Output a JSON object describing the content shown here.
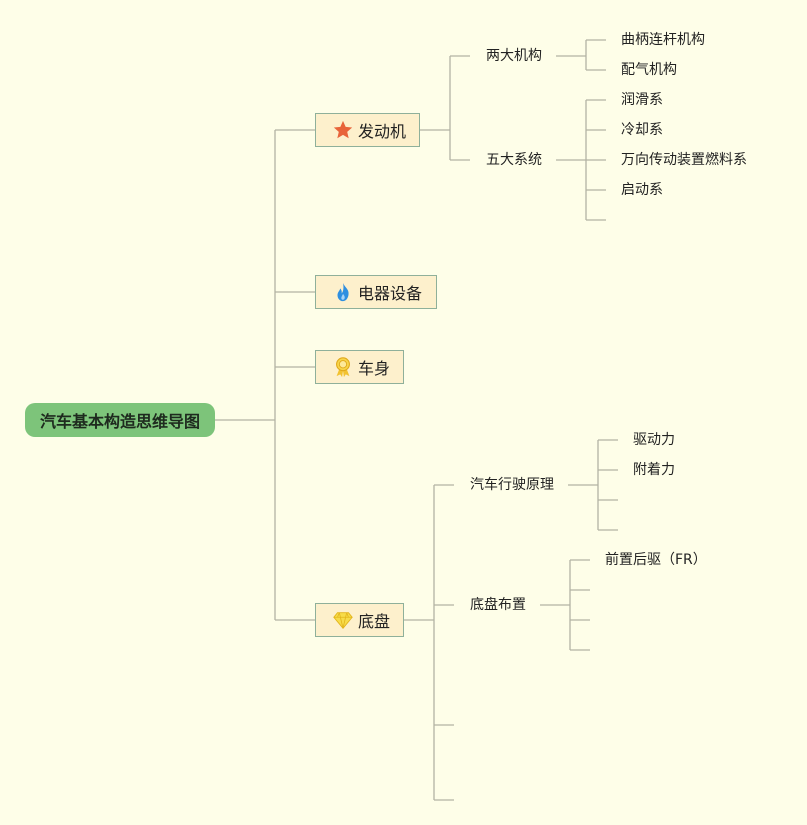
{
  "root": {
    "label": "汽车基本构造思维导图"
  },
  "branches": {
    "engine": {
      "label": "发动机",
      "icon": "star-icon",
      "children": [
        {
          "label": "两大机构",
          "children": [
            "曲柄连杆机构",
            "配气机构"
          ]
        },
        {
          "label": "五大系统",
          "children": [
            "润滑系",
            "冷却系",
            "万向传动装置燃料系",
            "启动系"
          ]
        }
      ]
    },
    "electrical": {
      "label": "电器设备",
      "icon": "flame-icon"
    },
    "body": {
      "label": "车身",
      "icon": "medal-icon"
    },
    "chassis": {
      "label": "底盘",
      "icon": "diamond-icon",
      "children": [
        {
          "label": "汽车行驶原理",
          "children": [
            "驱动力",
            "附着力"
          ]
        },
        {
          "label": "底盘布置",
          "children": [
            "前置后驱（FR）"
          ]
        }
      ]
    }
  },
  "colors": {
    "background": "#fefee8",
    "root_fill": "#7dc47a",
    "branch_fill": "#fdf0cc",
    "branch_border": "#8fb09a",
    "line": "#b3b3a3"
  }
}
